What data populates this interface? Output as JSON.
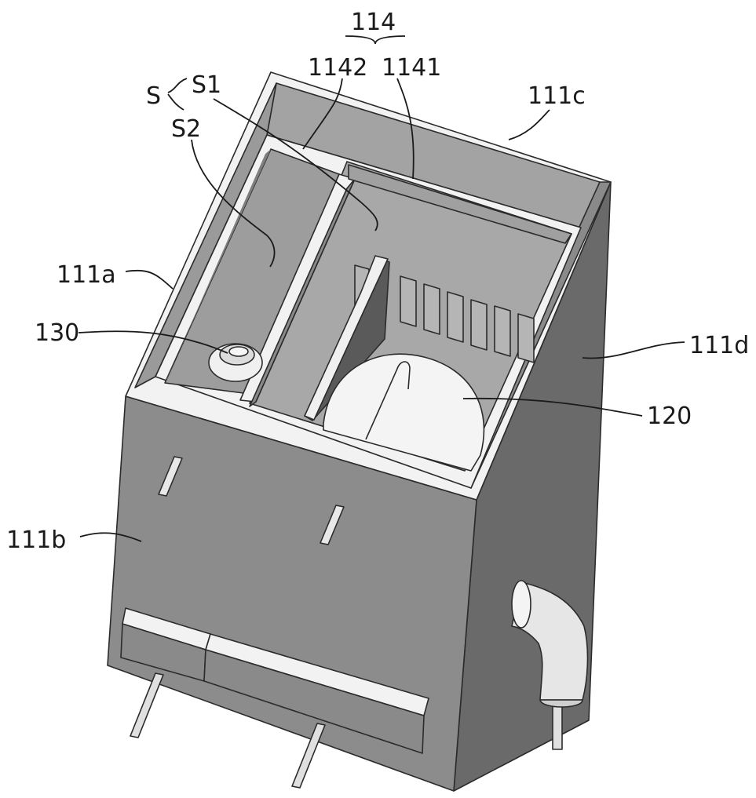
{
  "labels": {
    "l114": "114",
    "l1142": "1142",
    "l1141": "1141",
    "l111c": "111c",
    "lS": "S",
    "lS1": "S1",
    "lS2": "S2",
    "l111a": "111a",
    "l130": "130",
    "l111d": "111d",
    "l120": "120",
    "l111b": "111b"
  },
  "colors": {
    "front": "#8c8c8c",
    "right": "#6a6a6a",
    "interior_back": "#a3a3a3",
    "interior_dark": "#7a7a7a",
    "rim": "#f2f2f2",
    "white_part": "#f4f4f4"
  }
}
